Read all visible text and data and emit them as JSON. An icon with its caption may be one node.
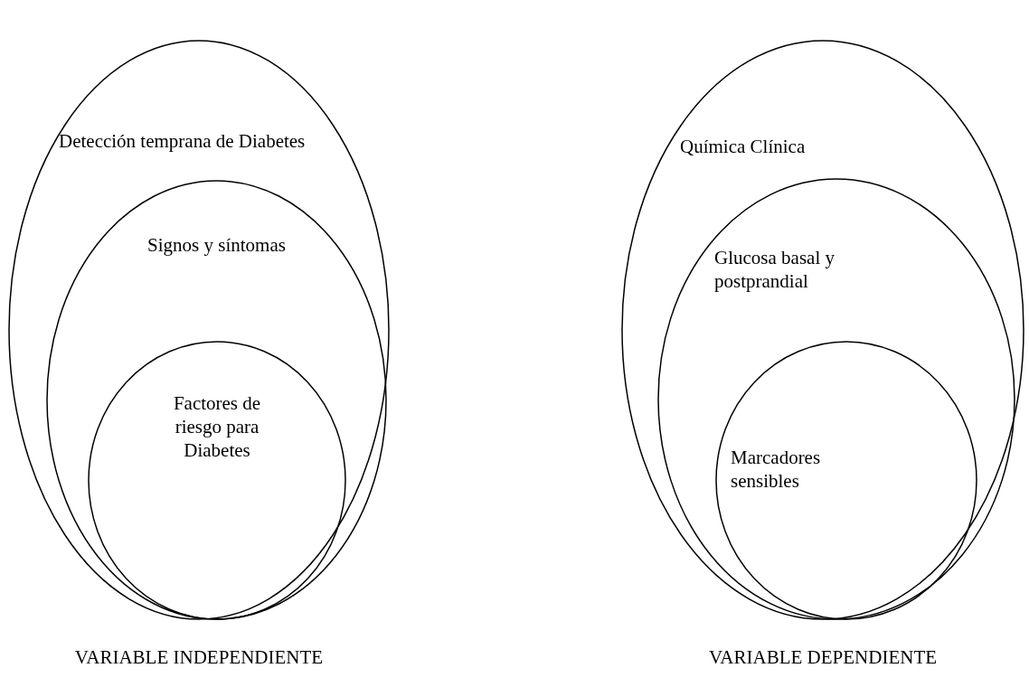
{
  "diagram": {
    "nodes": [
      {
        "text": [
          "Detección temprana de Diabetes"
        ]
      },
      {
        "text": [
          "Signos y síntomas"
        ],
        "in": 0
      },
      {
        "text": [
          "Factores de riesgo para Diabetes"
        ],
        "in": 1
      },
      {
        "text": [
          "Química Clínica"
        ]
      },
      {
        "text": [
          "Glucosa basal y postprandial"
        ],
        "in": 3
      },
      {
        "text": [
          "Marcadores sensibles"
        ],
        "in": 4
      }
    ],
    "labels": [
      "VARIABLE INDEPENDIENTE",
      "VARIABLE DEPENDIENTE"
    ]
  }
}
